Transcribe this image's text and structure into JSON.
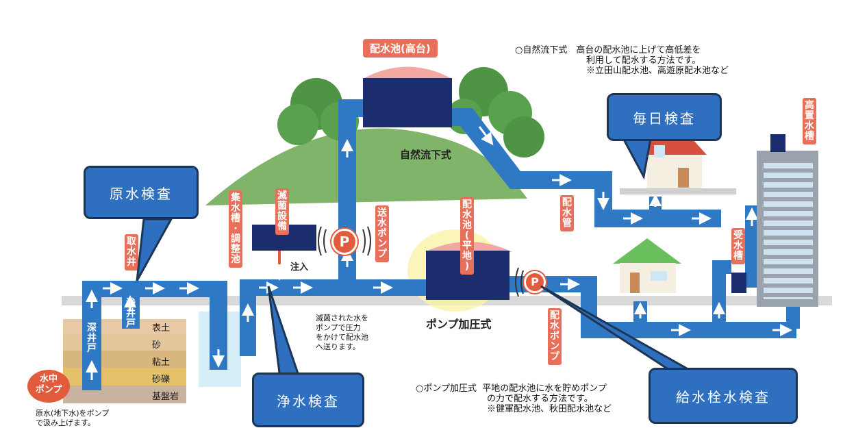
{
  "labels": {
    "reservoir_high": "配水池(高台)",
    "reservoir_flat": "配水池(平地)",
    "intake_well": "取水井",
    "collection_tank": "集水槽·調整池",
    "disinfection": "滅菌設備",
    "supply_pump": "送水ポンプ",
    "distribution_pipe": "配水管",
    "distribution_pump": "配水ポンプ",
    "receiving_tank": "受水槽",
    "elevated_tank": "高置水槽",
    "submersible_pump": "水中ポンプ",
    "deep_well": "深井戸",
    "shallow_well": "浅井戸",
    "gravity_method": "自然流下式",
    "pump_method": "ポンプ加圧式",
    "injection": "注入",
    "pump_symbol": "P"
  },
  "strata": [
    "表土",
    "砂",
    "粘土",
    "砂礫",
    "基盤岩"
  ],
  "notes": {
    "gravity": "○自然流下式　高台の配水池に上げて高低差を\n　　　　　　　　利用して配水する方法です。\n　　　　　　　　※立田山配水池、高遊原配水池など",
    "pump": "○ポンプ加圧式  平地の配水池に水を貯めポンプ\n　　　　　　　　の力で配水する方法です。\n　　　　　　　　※健軍配水池、秋田配水池など",
    "pump_explain": "滅菌された水を\nポンプで圧力\nをかけて配水池\nへ送ります。",
    "raw_water": "原水(地下水)をポンプ\nで汲み上げます。"
  },
  "callouts": {
    "raw": "原水検査",
    "purified": "浄水検査",
    "daily": "毎日検査",
    "tap": "給水栓水検査"
  },
  "colors": {
    "pipe": "#2f78c4",
    "callout_fill": "#2e6fc0",
    "callout_border": "#1d3553",
    "label_fill": "#e8705a",
    "tank": "#1c2d6e",
    "hill": "#7fb46a",
    "ground": "#d8d8d8"
  }
}
